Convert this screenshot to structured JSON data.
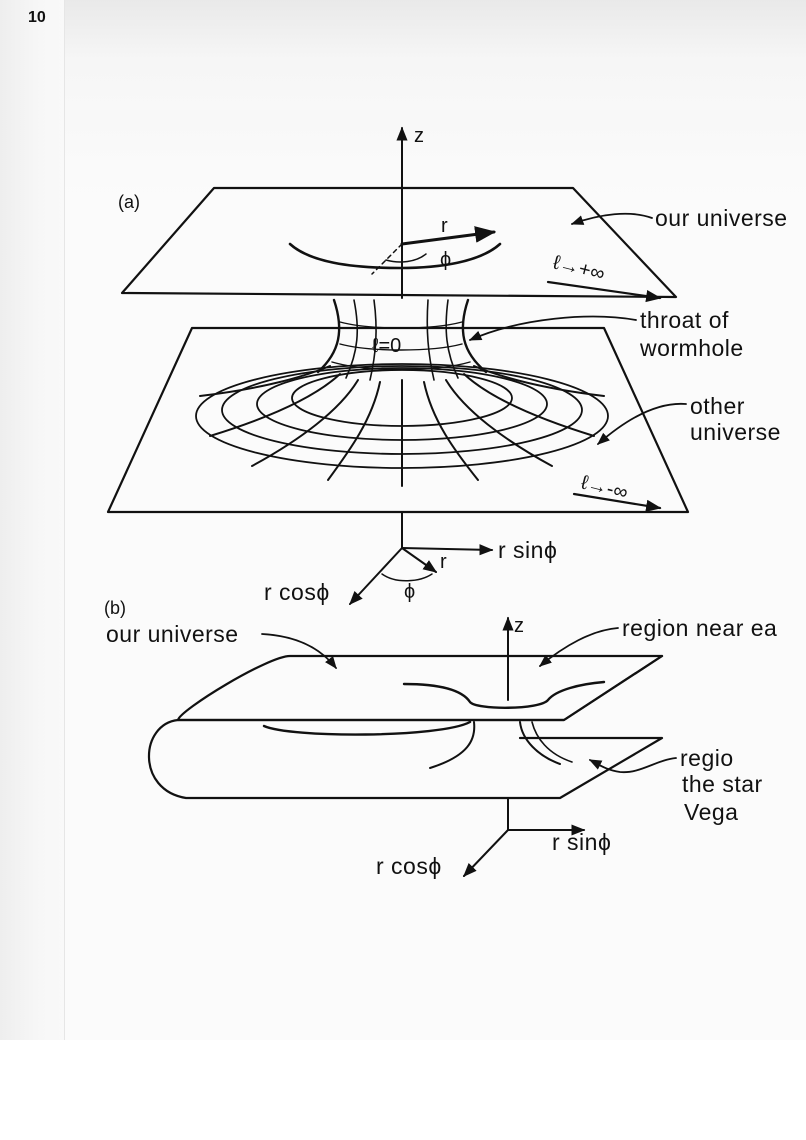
{
  "page": {
    "number": "10"
  },
  "fig_a": {
    "panel_label": "(a)",
    "z_axis": "z",
    "r_radial": "r",
    "phi_angle": "ϕ",
    "our_universe": "our  universe",
    "l_plus_inf": "ℓ→+∞",
    "throat_line1": "throat of",
    "throat_line2": "wormhole",
    "l_zero": "ℓ=0",
    "other_line1": "other",
    "other_line2": "universe",
    "l_minus_inf": "ℓ→-∞",
    "axis_rsin": "r sinϕ",
    "axis_r": "r",
    "axis_rcos": "r cosϕ",
    "axis_phi": "ϕ"
  },
  "fig_b": {
    "panel_label": "(b)",
    "our_universe": "our universe",
    "z_axis": "z",
    "region_earth": "region near ea",
    "region_vega_line1": "regio",
    "region_vega_line2": "the star",
    "region_vega_line3": "Vega",
    "axis_rsin": "r sinϕ",
    "axis_rcos": "r cosϕ"
  }
}
